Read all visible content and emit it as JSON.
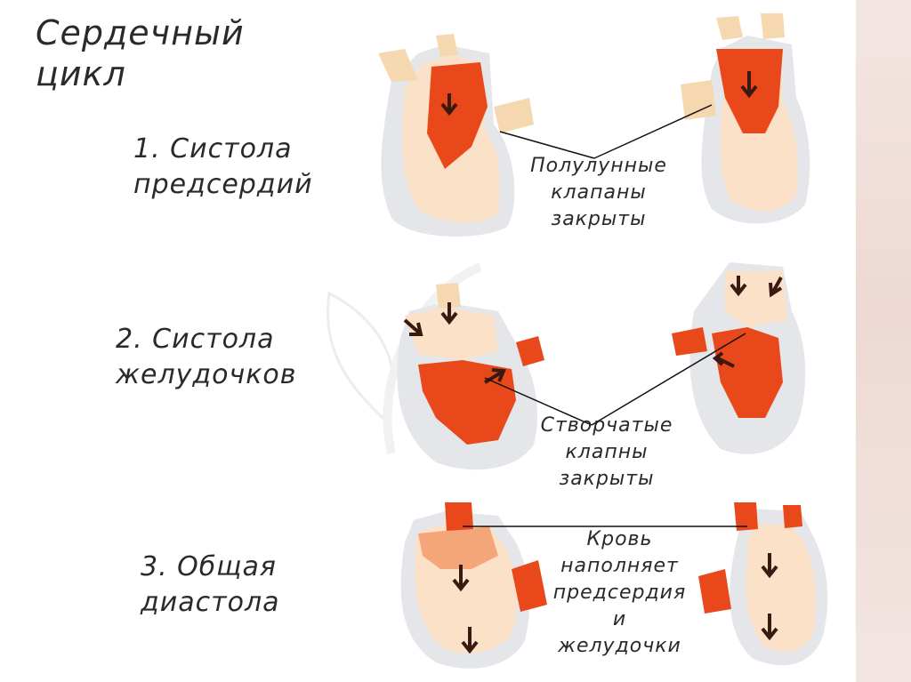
{
  "title": "Сердечный\nцикл",
  "stages": [
    {
      "label": "1. Систола\nпредсердий"
    },
    {
      "label": "2. Систола\nжелудочков"
    },
    {
      "label": "3. Общая\nдиастола"
    }
  ],
  "notes": [
    {
      "text": "Полулунные\nклапаны\nзакрыты"
    },
    {
      "text": "Створчатые\nклапны\nзакрыты"
    },
    {
      "text": "Кровь\nнаполняет\nпредсердия\nи\nжелудочки"
    }
  ],
  "colors": {
    "blood": "#e9481a",
    "tissue": "#fbe1c8",
    "outline": "#d8dbe0",
    "vessel": "#f6d8b0"
  }
}
